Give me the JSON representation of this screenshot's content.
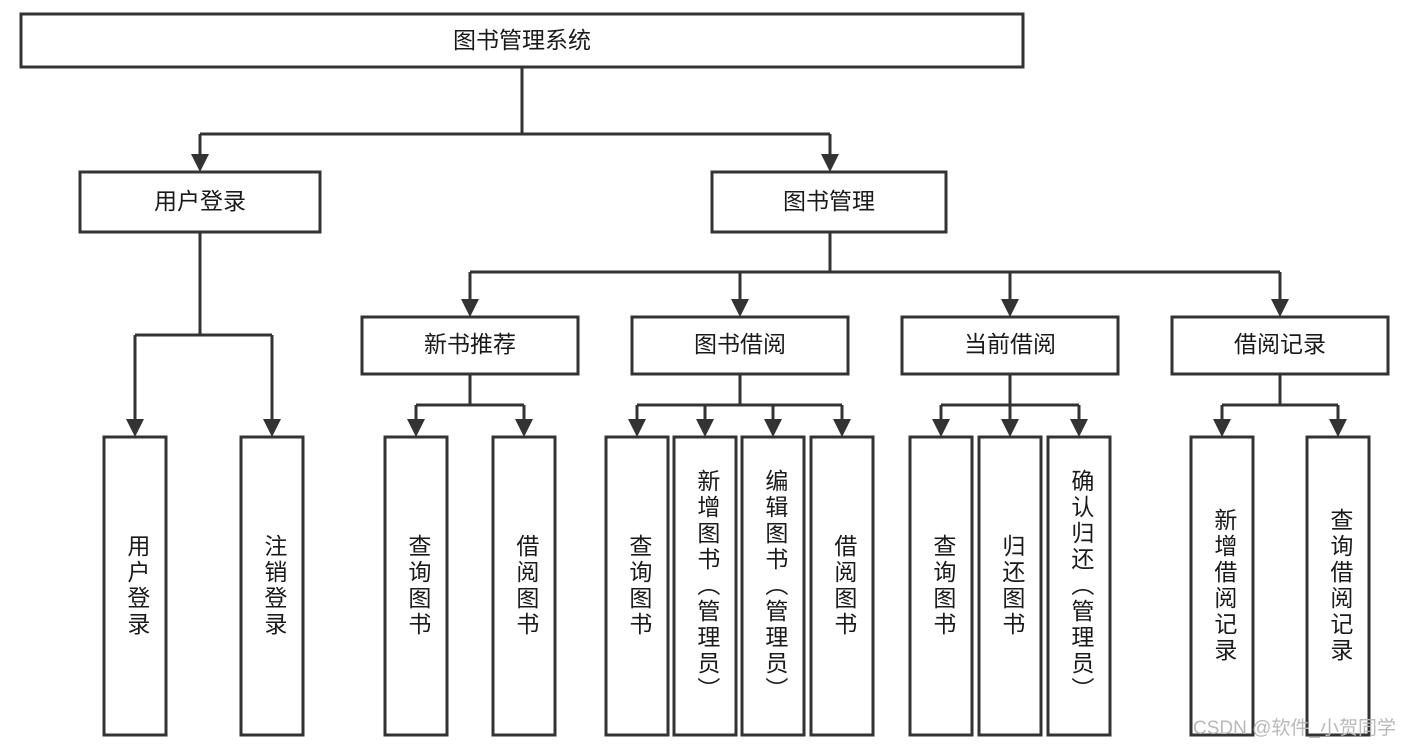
{
  "diagram": {
    "title": "图书管理系统",
    "type": "tree-hierarchy",
    "watermark": "CSDN @软件_小贺同学",
    "colors": {
      "stroke": "#333333",
      "fill": "#ffffff",
      "text": "#1a1a1a",
      "watermark": "#b9b9b9",
      "background": "#ffffff"
    },
    "root": {
      "label": "图书管理系统"
    },
    "level2": [
      {
        "label": "用户登录"
      },
      {
        "label": "图书管理"
      }
    ],
    "level3": [
      {
        "label": "新书推荐"
      },
      {
        "label": "图书借阅"
      },
      {
        "label": "当前借阅"
      },
      {
        "label": "借阅记录"
      }
    ],
    "leaves": {
      "user_login": [
        {
          "label": "用户登录"
        },
        {
          "label": "注销登录"
        }
      ],
      "new_book_recommend": [
        {
          "label": "查询图书"
        },
        {
          "label": "借阅图书"
        }
      ],
      "book_borrow": [
        {
          "label": "查询图书"
        },
        {
          "label": "新增图书（管理员）"
        },
        {
          "label": "编辑图书（管理员）"
        },
        {
          "label": "借阅图书"
        }
      ],
      "current_borrow": [
        {
          "label": "查询图书"
        },
        {
          "label": "归还图书"
        },
        {
          "label": "确认归还（管理员）"
        }
      ],
      "borrow_record": [
        {
          "label": "新增借阅记录"
        },
        {
          "label": "查询借阅记录"
        }
      ]
    }
  }
}
